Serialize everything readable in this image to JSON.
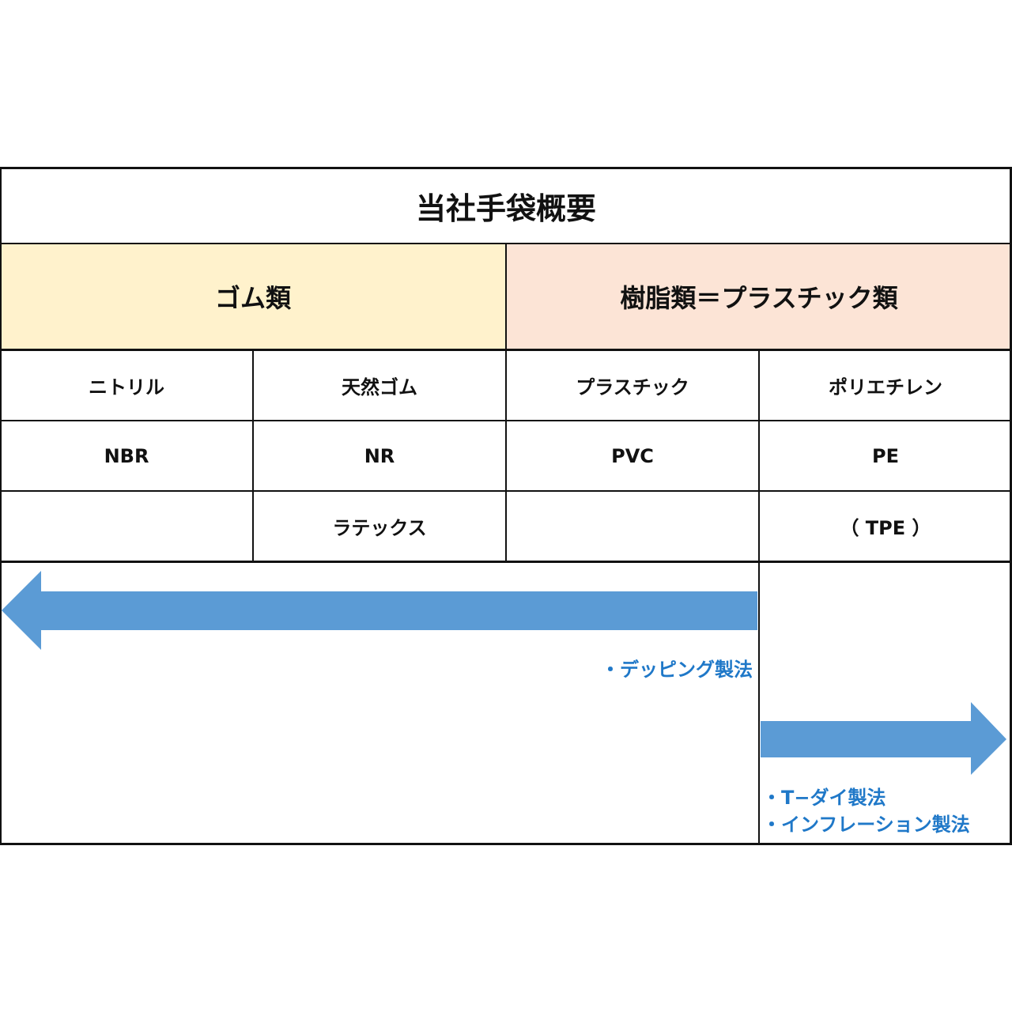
{
  "title": "当社手袋概要",
  "categories": [
    {
      "label": "ゴム類",
      "color": "#fff2cc"
    },
    {
      "label": "樹脂類＝プラスチック類",
      "color": "#fce4d6"
    }
  ],
  "columns": [
    {
      "name": "ニトリル",
      "code": "NBR",
      "extra": ""
    },
    {
      "name": "天然ゴム",
      "code": "NR",
      "extra": "ラテックス"
    },
    {
      "name": "プラスチック",
      "code": "PVC",
      "extra": ""
    },
    {
      "name": "ポリエチレン",
      "code": "PE",
      "extra": "（ TPE ）"
    }
  ],
  "methods": {
    "dipping": "・デッピング製法",
    "tdie": "・T−ダイ製法",
    "inflation": "・インフレーション製法"
  },
  "colors": {
    "arrow": "#5b9bd5",
    "method_text": "#1f78c8"
  }
}
